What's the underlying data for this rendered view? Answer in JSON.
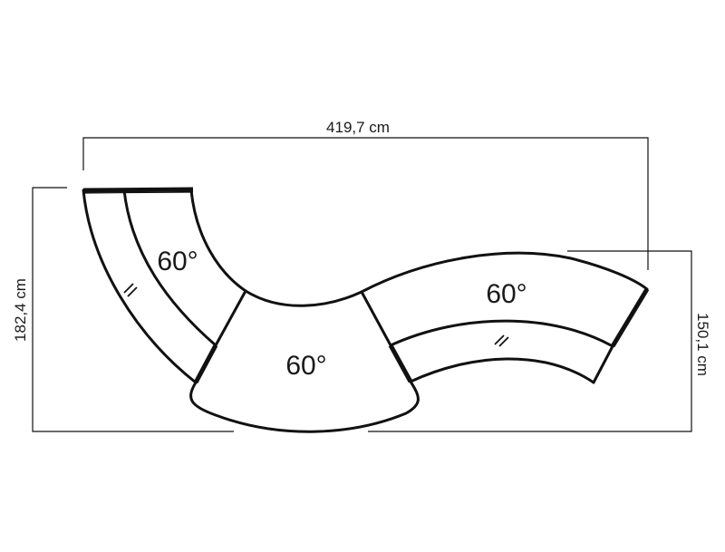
{
  "dimensions": {
    "total_width": "419,7 cm",
    "left_height": "182,4 cm",
    "right_height": "150,1 cm"
  },
  "modules": {
    "left_angle": "60°",
    "center_angle": "60°",
    "right_angle": "60°"
  }
}
